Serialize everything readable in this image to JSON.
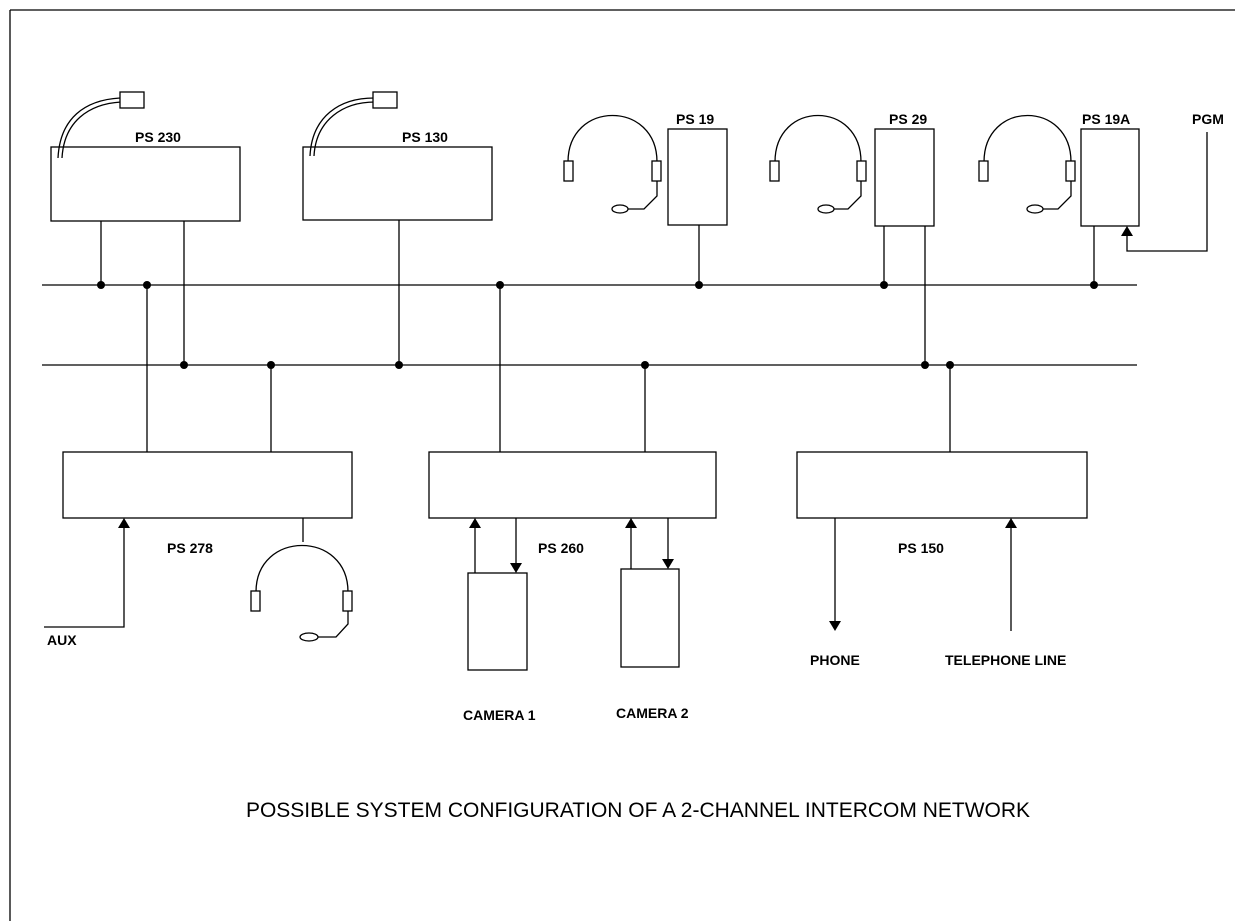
{
  "diagram": {
    "caption": "POSSIBLE SYSTEM CONFIGURATION OF A 2-CHANNEL INTERCOM NETWORK",
    "units": {
      "ps230": "PS 230",
      "ps130": "PS 130",
      "ps19": "PS 19",
      "ps29": "PS 29",
      "ps19a": "PS 19A",
      "ps278": "PS 278",
      "ps260": "PS 260",
      "ps150": "PS 150"
    },
    "signals": {
      "pgm": "PGM",
      "aux": "AUX",
      "phone": "PHONE",
      "telephone_line": "TELEPHONE LINE",
      "camera1": "CAMERA 1",
      "camera2": "CAMERA 2"
    },
    "colors": {
      "line": "#000000",
      "background": "#ffffff"
    }
  }
}
